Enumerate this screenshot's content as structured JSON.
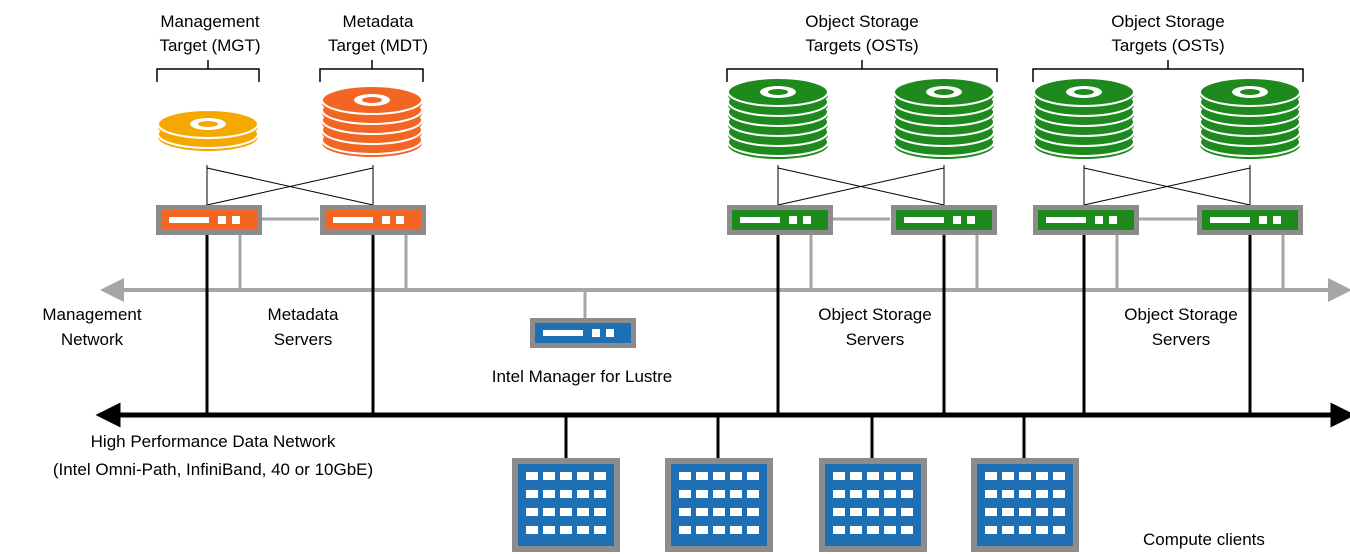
{
  "labels": {
    "mgt_line1": "Management",
    "mgt_line2": "Target (MGT)",
    "mdt_line1": "Metadata",
    "mdt_line2": "Target (MDT)",
    "ost1_line1": "Object Storage",
    "ost1_line2": "Targets (OSTs)",
    "ost2_line1": "Object Storage",
    "ost2_line2": "Targets (OSTs)",
    "mgmt_net_line1": "Management",
    "mgmt_net_line2": "Network",
    "mds_line1": "Metadata",
    "mds_line2": "Servers",
    "oss1_line1": "Object Storage",
    "oss1_line2": "Servers",
    "oss2_line1": "Object Storage",
    "oss2_line2": "Servers",
    "iml": "Intel Manager for Lustre",
    "hpn_line1": "High Performance Data Network",
    "hpn_line2": "(Intel Omni-Path, InfiniBand, 40 or 10GbE)",
    "clients": "Compute clients"
  },
  "colors": {
    "mgt": "#f5a800",
    "mdt": "#f26522",
    "ost": "#1e8a1e",
    "iml": "#1f6fb5",
    "client": "#1f6fb5",
    "server_frame": "#8c8c8c",
    "mgmt_net": "#a6a6a6",
    "data_net": "#000000"
  },
  "icons": {
    "mgt_disk": "disk-stack-icon",
    "mdt_disk": "disk-stack-icon",
    "ost_disk": "disk-stack-icon",
    "server": "server-icon",
    "client": "compute-rack-icon"
  }
}
